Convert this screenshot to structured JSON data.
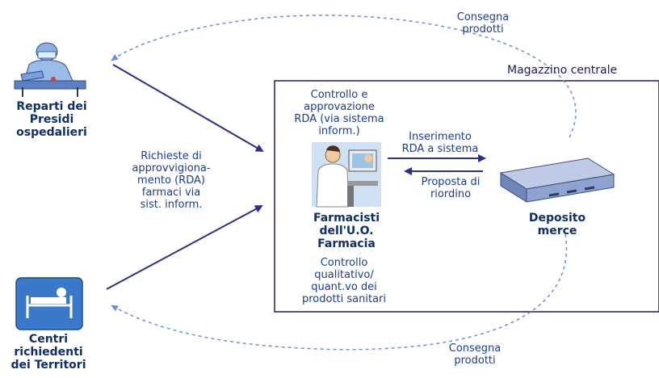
{
  "labels": {
    "consegna_top": "Consegna\nprodotti",
    "consegna_bottom": "Consegna\nprodotti",
    "magazzino": "Magazzino centrale",
    "reparti": "Reparti dei\nPresidi\nospedalieri",
    "centri": "Centri\nrichiedenti\ndei Territori",
    "richieste": "Richieste di\napprovvigiona-\nmento (RDA)\nfarmaci via\nsist. inform.",
    "controllo_rda": "Controllo e\napprovazione\nRDA (via sistema\ninform.)",
    "inserimento": "Inserimento\nRDA a sistema",
    "proposta": "Proposta di\nriordino",
    "farmacisti": "Farmacisti\ndell'U.O.\nFarmacia",
    "controllo_qual": "Controllo\nqualitativo/\nquant.vo dei\nprodotti sanitari",
    "deposito": "Deposito\nmerce"
  },
  "colors": {
    "arrow": "#2b2f8a",
    "dashed": "#6f8fd6",
    "box_border": "#1b1b5e",
    "text": "#1a3d8f",
    "heading": "#0f2f6b"
  },
  "icons": {
    "reparti": "surgeon-icon",
    "centri": "hospital-bed-icon",
    "farmacisti": "pharmacist-at-computer-icon",
    "deposito": "server-device-icon"
  }
}
